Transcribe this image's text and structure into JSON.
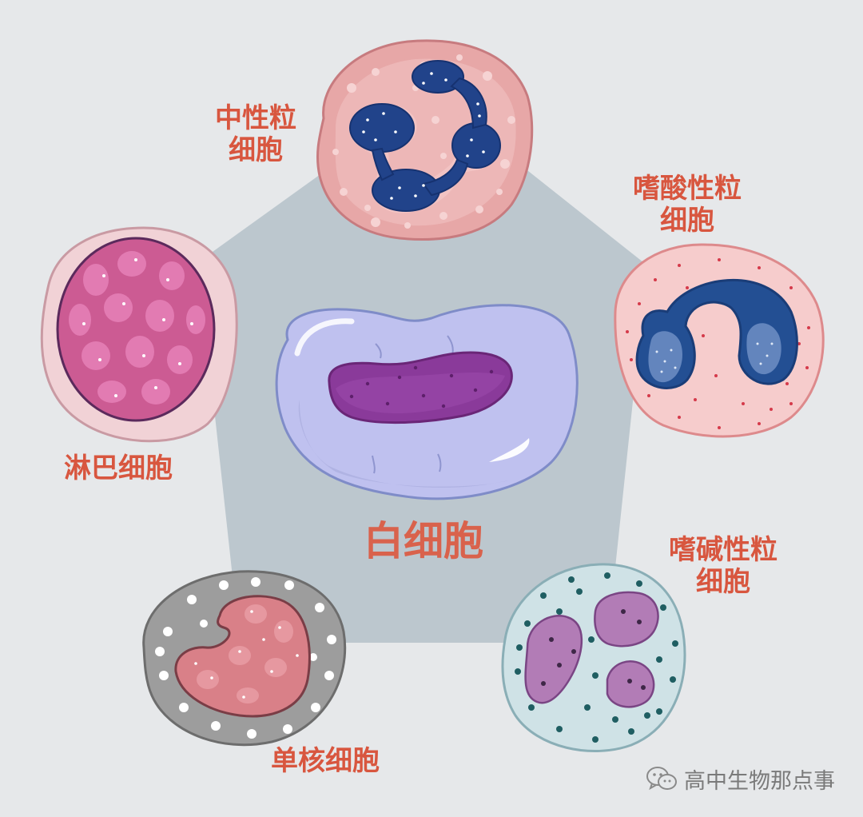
{
  "diagram": {
    "center_label": "白细胞",
    "cells": {
      "neutrophil": {
        "lines": [
          "中性粒",
          "细胞"
        ]
      },
      "eosinophil": {
        "lines": [
          "嗜酸性粒",
          "细胞"
        ]
      },
      "lymphocyte": {
        "lines": [
          "淋巴细胞"
        ]
      },
      "basophil": {
        "lines": [
          "嗜碱性粒",
          "细胞"
        ]
      },
      "monocyte": {
        "lines": [
          "单核细胞"
        ]
      }
    }
  },
  "watermark": {
    "text": "高中生物那点事",
    "icon": "wechat-icon"
  },
  "colors": {
    "background": "#e6e8ea",
    "pentagon": "#bcc7ce",
    "label": "#d8563f",
    "center_label": "#d9624c",
    "watermark": "#7a7a7a"
  }
}
